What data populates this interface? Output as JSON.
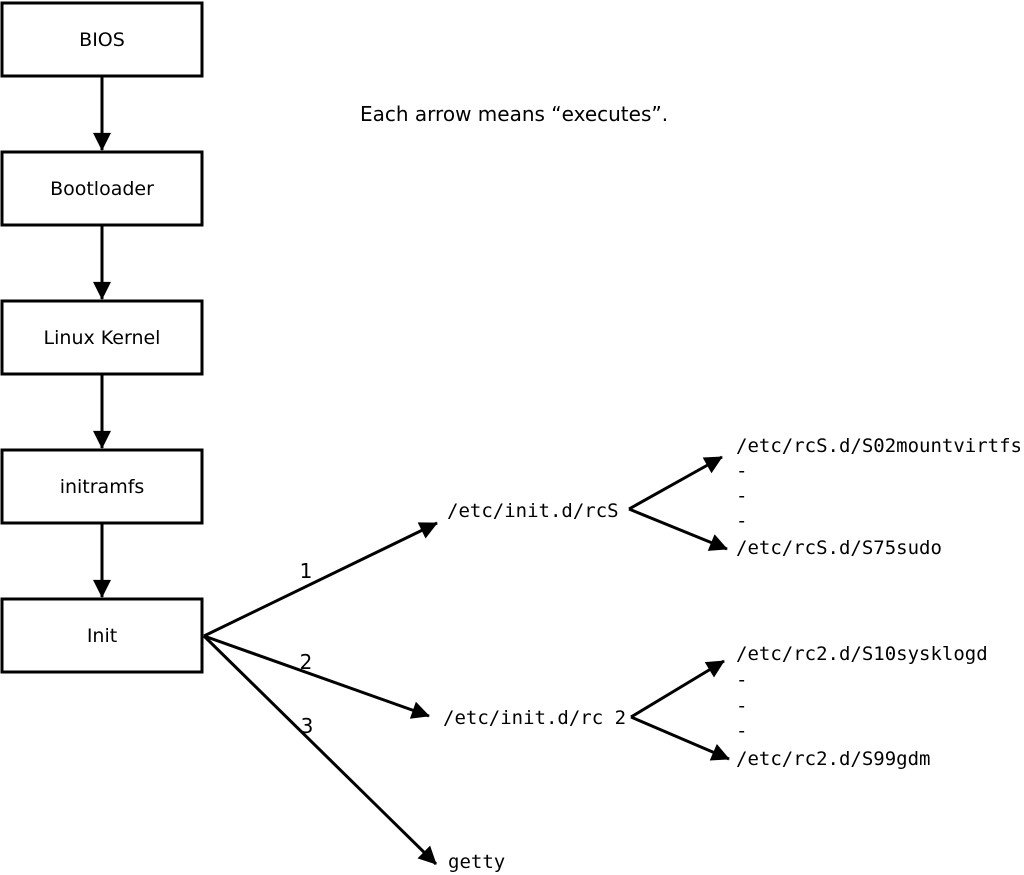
{
  "diagram": {
    "annotation": "Each arrow means “executes”.",
    "boot_chain": [
      "BIOS",
      "Bootloader",
      "Linux Kernel",
      "initramfs",
      "Init"
    ],
    "branches": [
      {
        "label": "1",
        "target": "/etc/init.d/rcS",
        "scripts": [
          "/etc/rcS.d/S02mountvirtfs",
          "-",
          "-",
          "-",
          "/etc/rcS.d/S75sudo"
        ]
      },
      {
        "label": "2",
        "target": "/etc/init.d/rc 2",
        "scripts": [
          "/etc/rc2.d/S10sysklogd",
          "-",
          "-",
          "-",
          "/etc/rc2.d/S99gdm"
        ]
      },
      {
        "label": "3",
        "target": "getty",
        "scripts": []
      }
    ],
    "colors": {
      "foreground": "#000000",
      "background": "#ffffff"
    }
  }
}
